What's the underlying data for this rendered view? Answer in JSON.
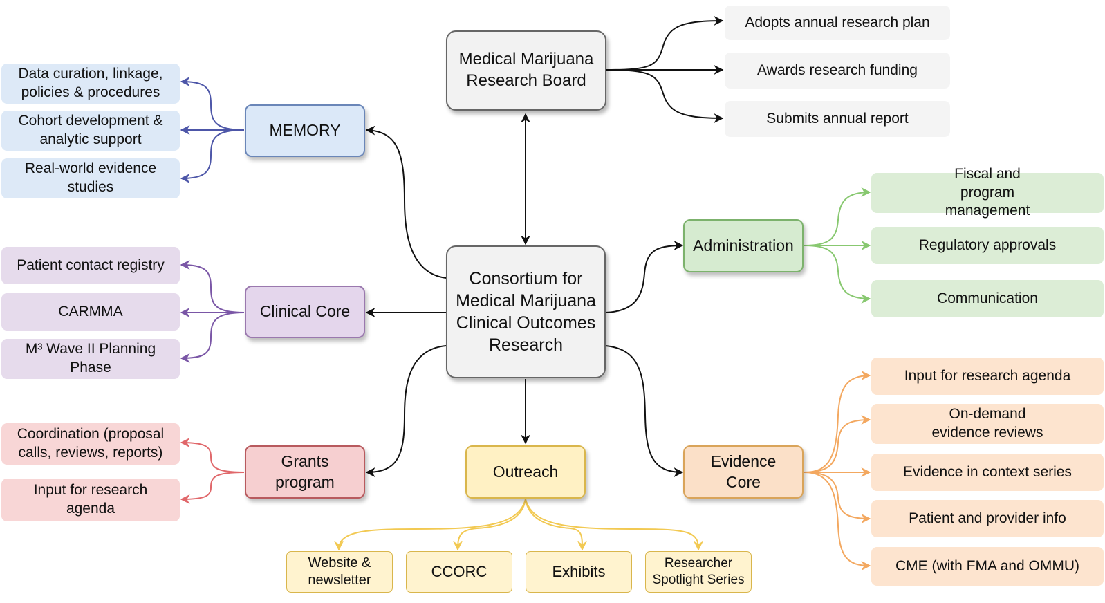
{
  "colors": {
    "black_edge": "#111111",
    "memory": {
      "fill": "#dbe8f8",
      "border": "#6a86b8",
      "leaf": "#dde9f7",
      "edge": "#4d56a8"
    },
    "clinical": {
      "fill": "#e4d6ec",
      "border": "#9a78ae",
      "leaf": "#e6dbec",
      "edge": "#7a56a6"
    },
    "grants": {
      "fill": "#f6cfd0",
      "border": "#b85a5e",
      "leaf": "#f8d6d6",
      "edge": "#e0676a"
    },
    "admin": {
      "fill": "#d6ebd0",
      "border": "#7cb26c",
      "leaf": "#dcedd6",
      "edge": "#88c870"
    },
    "evidence": {
      "fill": "#fbe0c8",
      "border": "#d9a45a",
      "leaf": "#fde4cf",
      "edge": "#f3a860"
    },
    "outreach": {
      "fill": "#fff1c4",
      "border": "#d9b64c",
      "leaf": "#fff3cf",
      "edge": "#f2c952"
    },
    "board_leaf": "#f4f4f4"
  },
  "board": {
    "title": "Medical Marijuana Research Board",
    "items": [
      "Adopts annual research plan",
      "Awards research funding",
      "Submits annual report"
    ]
  },
  "consortium": {
    "title": "Consortium for Medical Marijuana Clinical Outcomes Research"
  },
  "memory": {
    "title": "MEMORY",
    "items": [
      "Data curation, linkage, policies & procedures",
      "Cohort development & analytic support",
      "Real-world evidence studies"
    ]
  },
  "clinical": {
    "title": "Clinical Core",
    "items": [
      "Patient contact registry",
      "CARMMA",
      "M³ Wave II Planning Phase"
    ]
  },
  "grants": {
    "title": "Grants program",
    "items": [
      "Coordination (proposal calls, reviews, reports)",
      "Input for research agenda"
    ]
  },
  "admin": {
    "title": "Administration",
    "items": [
      "Fiscal and program management",
      "Regulatory approvals",
      "Communication"
    ]
  },
  "evidence": {
    "title": "Evidence Core",
    "items": [
      "Input for research agenda",
      "On-demand evidence reviews",
      "Evidence in context series",
      "Patient and provider info",
      "CME (with FMA and OMMU)"
    ]
  },
  "outreach": {
    "title": "Outreach",
    "items": [
      "Website & newsletter",
      "CCORC",
      "Exhibits",
      "Researcher Spotlight Series"
    ]
  }
}
